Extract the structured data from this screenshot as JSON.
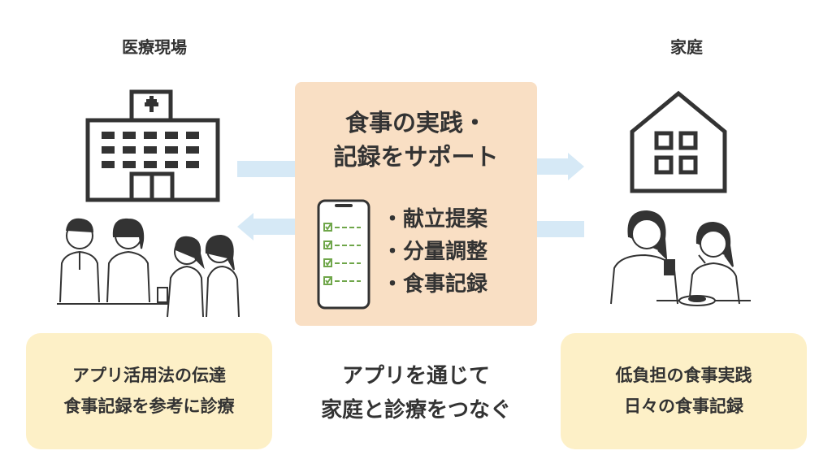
{
  "labels": {
    "medical": "医療現場",
    "home": "家庭"
  },
  "center": {
    "title_line1": "食事の実践・",
    "title_line2": "記録をサポート",
    "features": [
      "・献立提案",
      "・分量調整",
      "・食事記録"
    ]
  },
  "left_box": {
    "line1": "アプリ活用法の伝達",
    "line2": "食事記録を参考に診療"
  },
  "right_box": {
    "line1": "低負担の食事実践",
    "line2": "日々の食事記録"
  },
  "center_bottom": {
    "line1": "アプリを通じて",
    "line2": "家庭と診療をつなぐ"
  },
  "colors": {
    "center_box": "#f9dfc4",
    "bottom_box": "#fdf0c7",
    "arrow": "#d6e9f6",
    "text": "#333333"
  },
  "icons": [
    "hospital-icon",
    "house-icon",
    "smartphone-icon",
    "medical-staff-illustration",
    "family-illustration"
  ]
}
